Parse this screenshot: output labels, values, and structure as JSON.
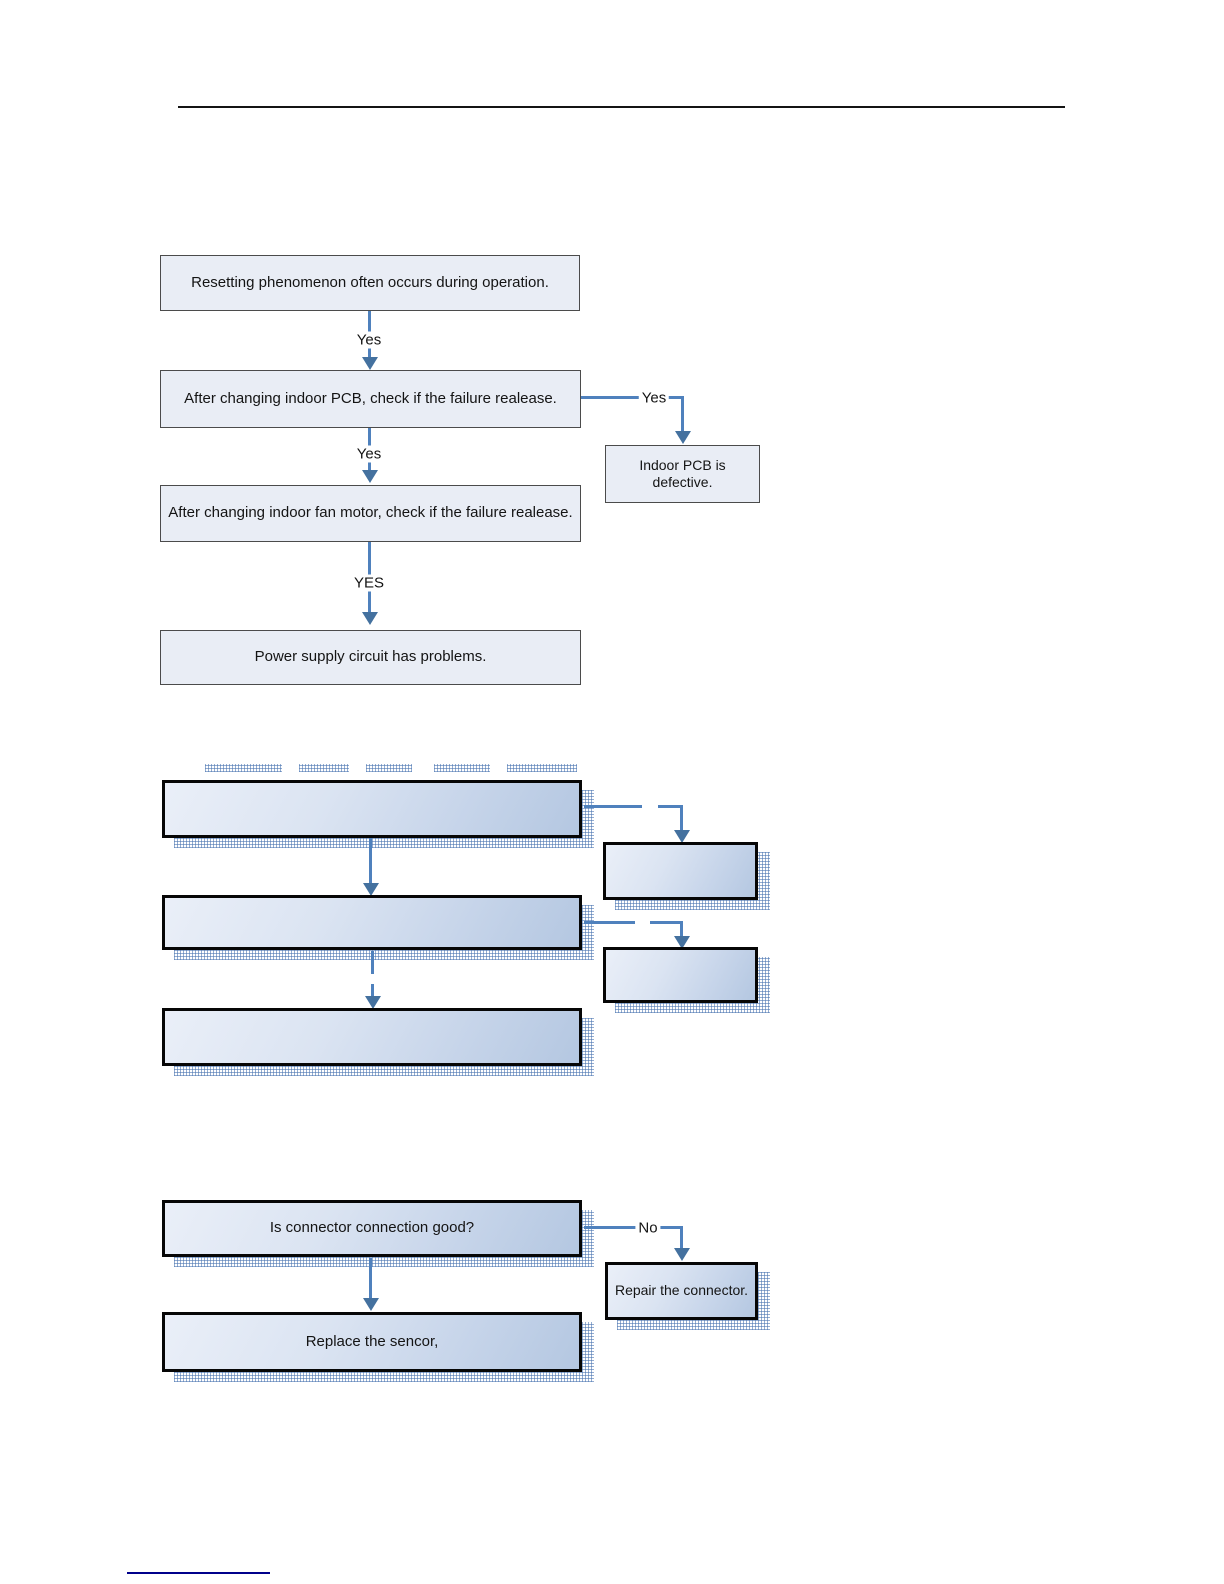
{
  "header": {
    "rule": true
  },
  "flow1": {
    "start": "Resetting phenomenon often occurs during operation.",
    "yes_top": "Yes",
    "check_pcb": "After changing indoor PCB, check if the failure realease.",
    "yes_side": "Yes",
    "pcb_defective": "Indoor PCB is defective.",
    "yes_mid": "Yes",
    "check_fan": "After changing indoor fan motor, check if the failure realease.",
    "yes_bottom": "YES",
    "power": "Power supply circuit has problems."
  },
  "flow2": {
    "box_a": "",
    "box_b": "",
    "box_c": "",
    "box_d": "",
    "box_e": ""
  },
  "flow3": {
    "question": "Is connector connection good?",
    "no_label": "No",
    "repair": "Repair the connector.",
    "replace": "Replace the sencor,"
  },
  "colors": {
    "connector": "#4f81bd",
    "thin_box_fill": "#e9edf5",
    "thick_box_gradient_start": "#eaeff8",
    "thick_box_gradient_end": "#b4c7e1",
    "thick_box_border": "#060606",
    "hatch_blue": "#4c76b2",
    "footer_line": "#00008b"
  }
}
